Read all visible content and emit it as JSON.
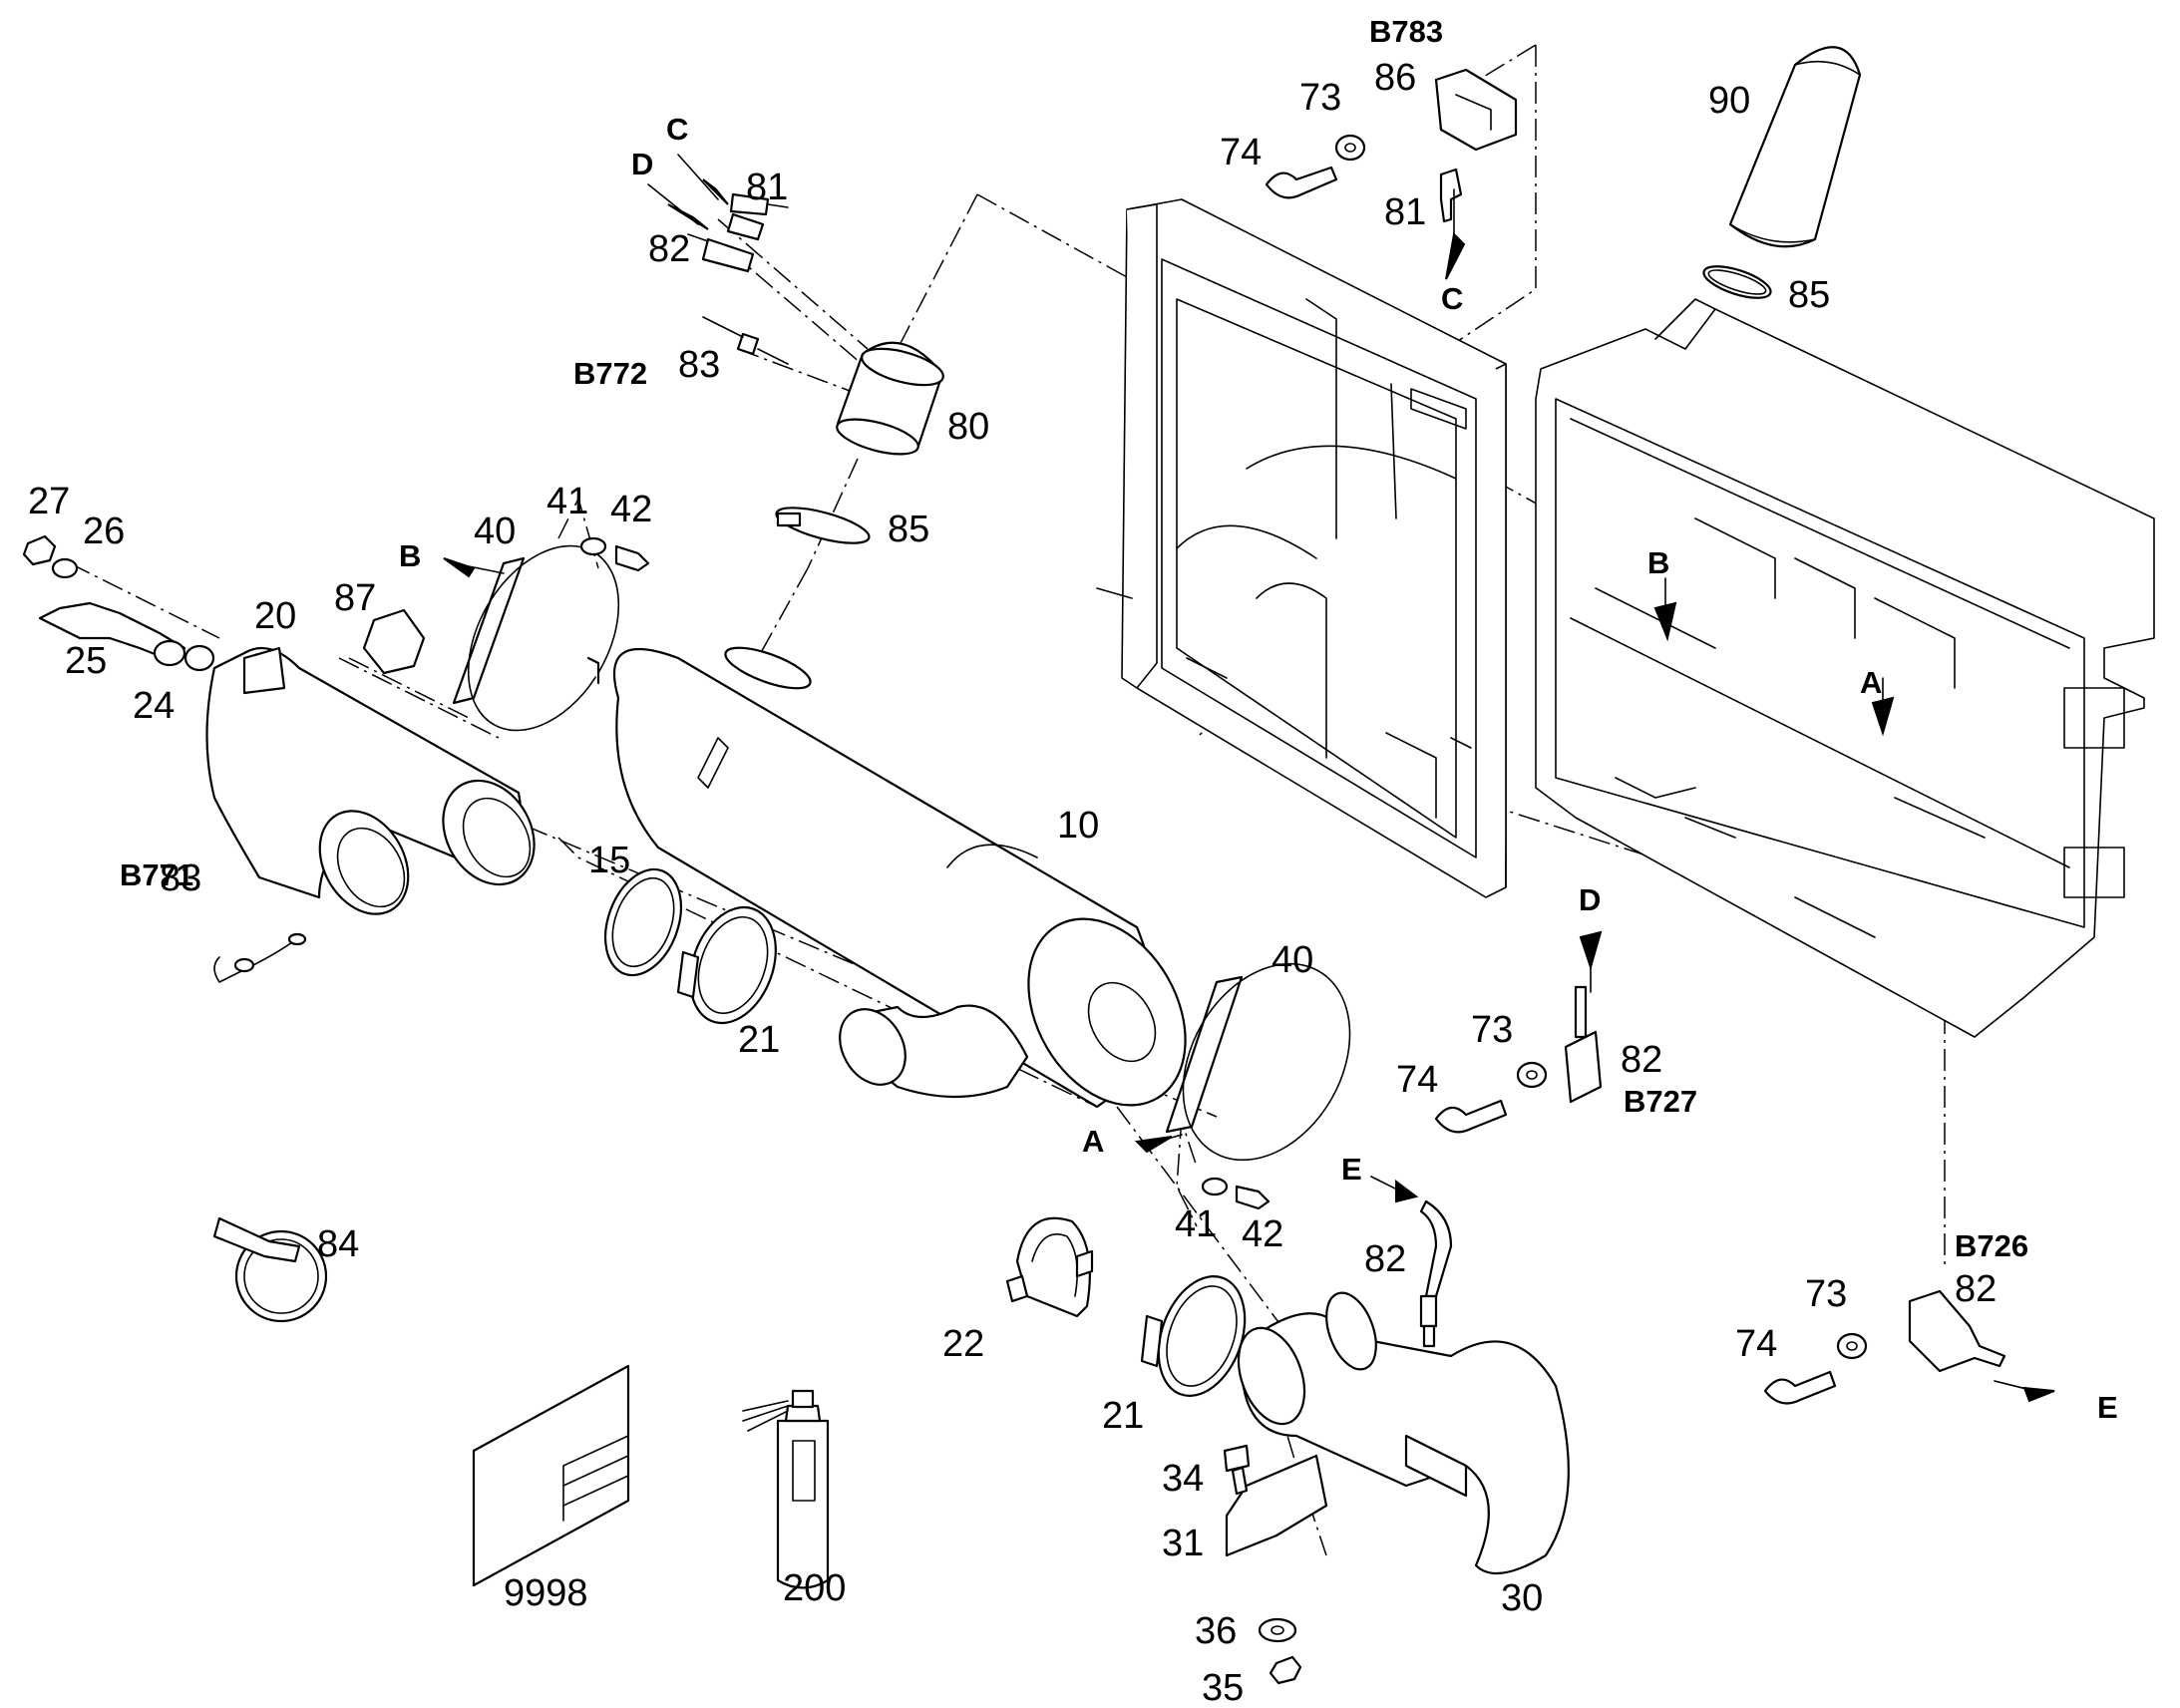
{
  "figure": {
    "type": "exploded parts diagram",
    "line_color": "#000000",
    "background": "#ffffff"
  },
  "labels": {
    "p10": "10",
    "p15": "15",
    "p20": "20",
    "p21a": "21",
    "p21b": "21",
    "p22": "22",
    "p24": "24",
    "p25": "25",
    "p26": "26",
    "p27": "27",
    "p30": "30",
    "p31": "31",
    "p34": "34",
    "p35": "35",
    "p36": "36",
    "p40a": "40",
    "p40b": "40",
    "p41a": "41",
    "p41b": "41",
    "p42a": "42",
    "p42b": "42",
    "p73a": "73",
    "p73b": "73",
    "p73c": "73",
    "p74a": "74",
    "p74b": "74",
    "p74c": "74",
    "p80": "80",
    "p81a": "81",
    "p81b": "81",
    "p82a": "82",
    "p82b": "82",
    "p82c": "82",
    "p82d": "82",
    "p83a": "83",
    "p83b": "83",
    "p84": "84",
    "p85a": "85",
    "p85b": "85",
    "p86": "86",
    "p87": "87",
    "p90": "90",
    "p200": "200",
    "p9998": "9998"
  },
  "refs": {
    "B783": "B783",
    "B772": "B772",
    "B771": "B771",
    "B727": "B727",
    "B726": "B726"
  },
  "connectors": {
    "A1": "A",
    "A2": "A",
    "B1": "B",
    "B2": "B",
    "C1": "C",
    "C2": "C",
    "D1": "D",
    "D2": "D",
    "E1": "E",
    "E2": "E"
  }
}
